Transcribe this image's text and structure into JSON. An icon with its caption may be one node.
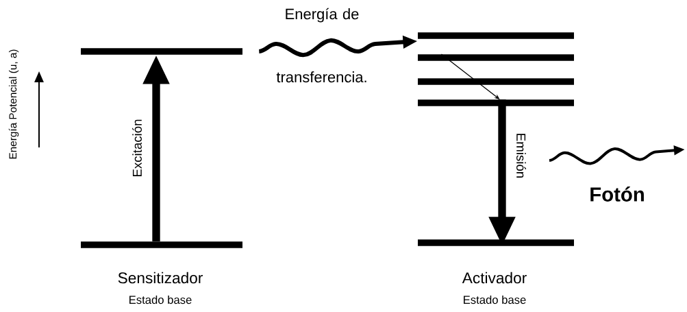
{
  "diagram": {
    "nodes": [
      {
        "text": [],
        "shape": "bar"
      },
      {
        "text": [],
        "shape": "bar",
        "beside": [
          "Sensitizador",
          "Estado base"
        ]
      },
      {
        "text": [],
        "shape": "bar"
      },
      {
        "text": [],
        "shape": "bar"
      },
      {
        "text": [],
        "shape": "bar"
      },
      {
        "text": [],
        "shape": "bar"
      },
      {
        "text": [],
        "shape": "bar",
        "beside": [
          "Activador",
          "Estado base"
        ]
      }
    ],
    "edges": [
      {
        "from": 1,
        "to": 0,
        "arrow": "to",
        "label": "Excitación",
        "style": "thick"
      },
      {
        "from": 0,
        "to": 2,
        "arrow": "to",
        "label": "Energía de transferencia."
      },
      {
        "from": 3,
        "to": 5,
        "arrow": "to"
      },
      {
        "from": 5,
        "to": 6,
        "arrow": "to",
        "label": "Emisión",
        "style": "thick"
      }
    ],
    "labels": [
      "Energía Potencial (u, a)",
      "Fotón"
    ]
  }
}
